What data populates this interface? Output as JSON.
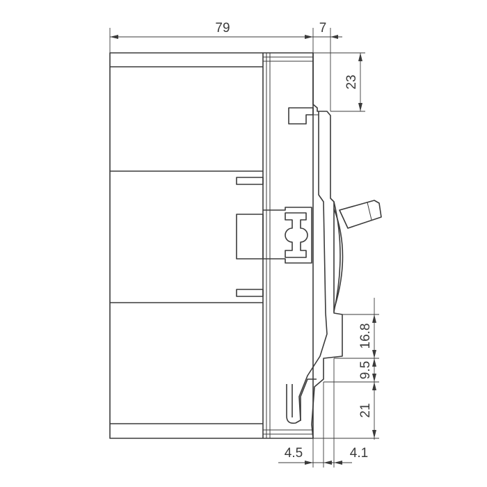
{
  "dimensions": {
    "width_body": "79",
    "width_front": "7",
    "height_top": "23",
    "height_step_upper": "16.8",
    "height_step_mid": "9.5",
    "height_step_lower": "21",
    "width_bottom_left": "4.5",
    "width_bottom_right": "4.1"
  }
}
